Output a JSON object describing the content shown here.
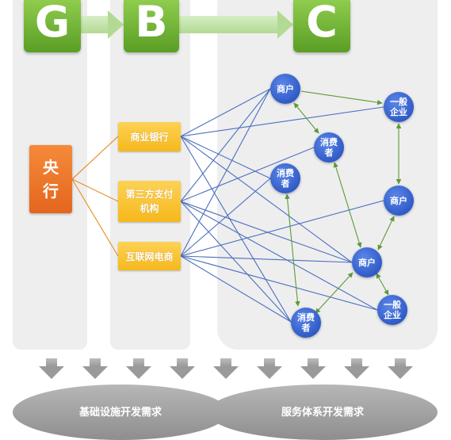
{
  "headers": {
    "g": "G",
    "b": "B",
    "c": "C"
  },
  "central_bank": "央行",
  "institutions": {
    "bank": "商业银行",
    "third_party": "第三方支付机构",
    "internet": "互联网电商"
  },
  "nodes": {
    "merchant_top": "商户",
    "enterprise_top": "一般企业",
    "consumer_a": "消费者",
    "consumer_b": "消费者",
    "merchant_right": "商户",
    "merchant_center": "商户",
    "enterprise_bottom": "一般企业",
    "consumer_bottom": "消费者"
  },
  "demands": {
    "infrastructure": "基础设施开发需求",
    "service": "服务体系开发需求"
  },
  "colors": {
    "header_green": "#6fb22e",
    "central_orange": "#ee7a2c",
    "institution_yellow": "#f8c12d",
    "node_blue": "#2f5dd0",
    "link_blue": "#4a6fc0",
    "link_orange": "#e79332",
    "link_green": "#5a9a3a",
    "column_gray": "#eeeeee"
  }
}
